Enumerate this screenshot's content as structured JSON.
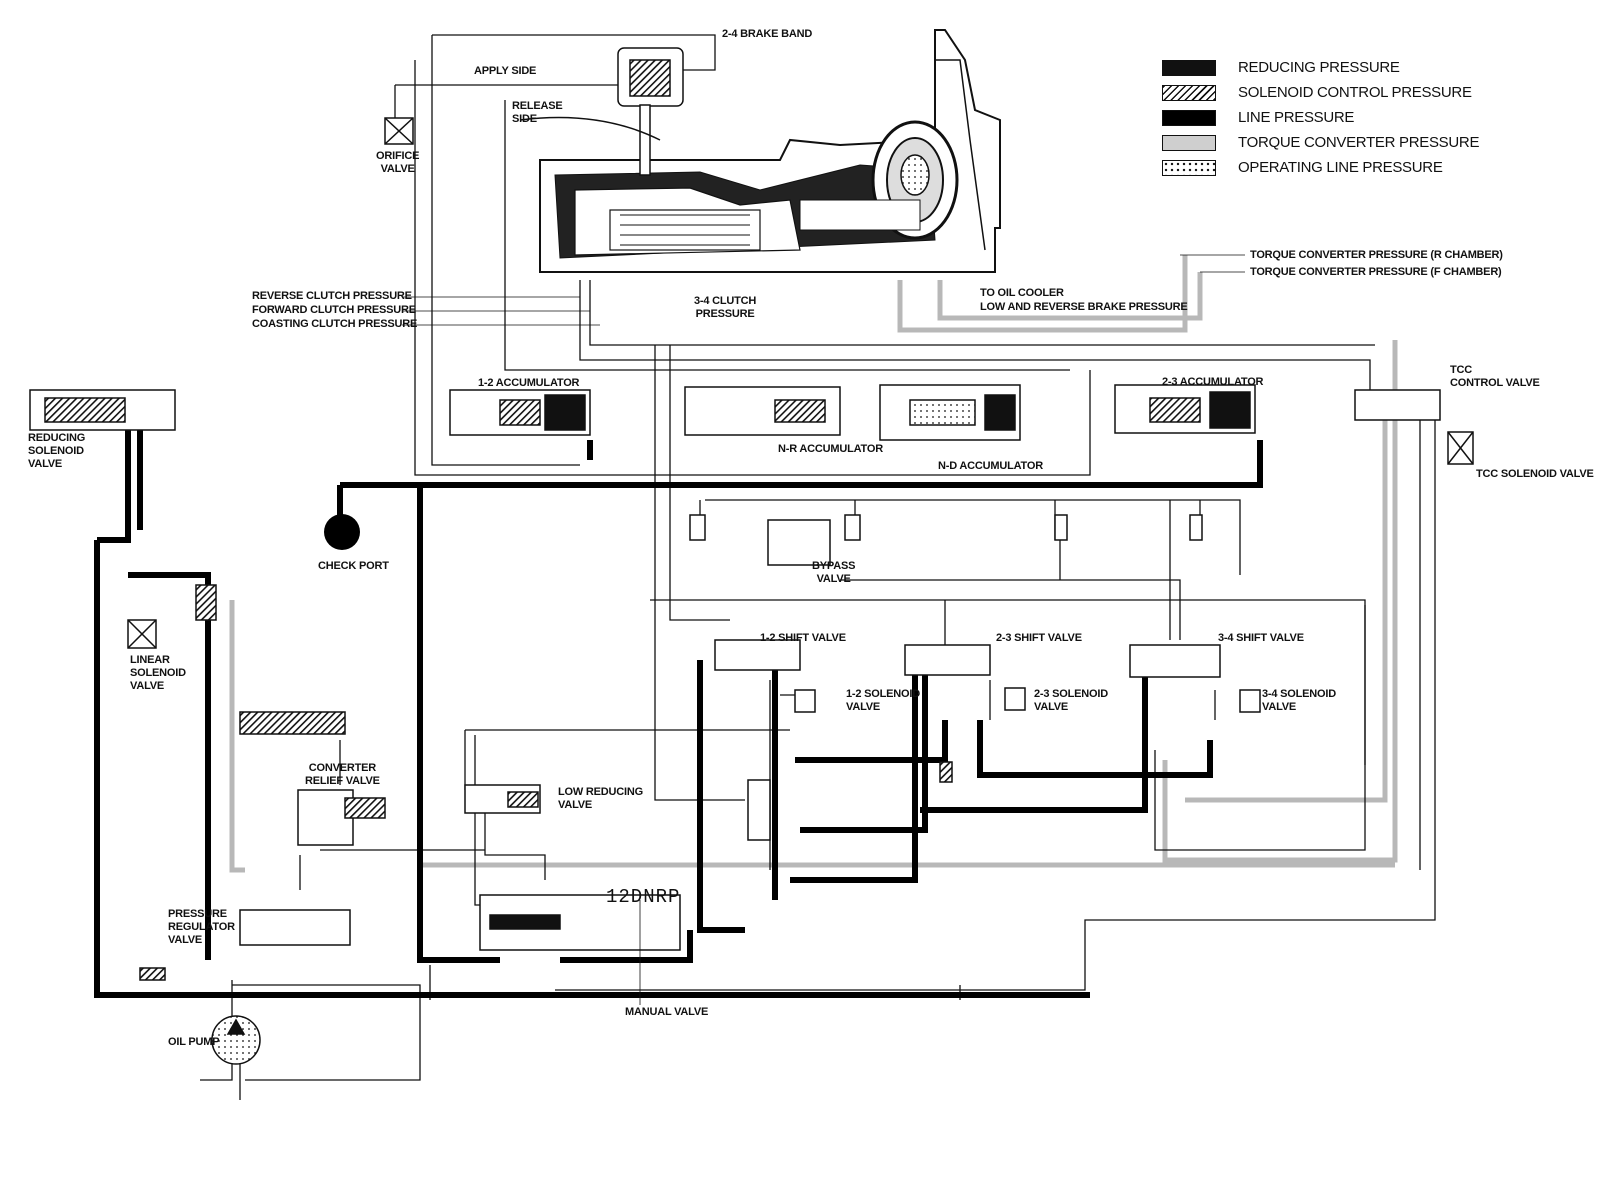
{
  "legend": [
    {
      "key": "reducing",
      "label": "REDUCING PRESSURE"
    },
    {
      "key": "solenoid",
      "label": "SOLENOID CONTROL PRESSURE"
    },
    {
      "key": "line",
      "label": "LINE PRESSURE"
    },
    {
      "key": "torque",
      "label": "TORQUE CONVERTER PRESSURE"
    },
    {
      "key": "operating",
      "label": "OPERATING LINE PRESSURE"
    }
  ],
  "labels": {
    "brake_band": "2-4 BRAKE BAND",
    "apply_side": "APPLY SIDE",
    "release_side": "RELEASE\nSIDE",
    "orifice_valve": "ORIFICE\nVALVE",
    "reverse_clutch": "REVERSE CLUTCH PRESSURE",
    "forward_clutch": "FORWARD CLUTCH PRESSURE",
    "coasting_clutch": "COASTING CLUTCH PRESSURE",
    "clutch_34": "3-4 CLUTCH\nPRESSURE",
    "to_oil_cooler": "TO OIL COOLER",
    "low_reverse_brake": "LOW AND REVERSE BRAKE PRESSURE",
    "tc_r_chamber": "TORQUE CONVERTER PRESSURE (R CHAMBER)",
    "tc_f_chamber": "TORQUE CONVERTER PRESSURE (F CHAMBER)",
    "tcc_control_valve": "TCC\nCONTROL VALVE",
    "tcc_solenoid_valve": "TCC SOLENOID VALVE",
    "reducing_solenoid_valve": "REDUCING\nSOLENOID\nVALVE",
    "accumulator_12": "1-2 ACCUMULATOR",
    "nr_accumulator": "N-R ACCUMULATOR",
    "nd_accumulator": "N-D ACCUMULATOR",
    "accumulator_23": "2-3 ACCUMULATOR",
    "check_port": "CHECK PORT",
    "bypass_valve": "BYPASS\nVALVE",
    "linear_solenoid_valve": "LINEAR\nSOLENOID\nVALVE",
    "shift_valve_12": "1-2 SHIFT VALVE",
    "shift_valve_23": "2-3 SHIFT VALVE",
    "shift_valve_34": "3-4 SHIFT VALVE",
    "solenoid_12": "1-2 SOLENOID\nVALVE",
    "solenoid_23": "2-3 SOLENOID\nVALVE",
    "solenoid_34": "3-4 SOLENOID\nVALVE",
    "converter_relief_valve": "CONVERTER\nRELIEF VALVE",
    "low_reducing_valve": "LOW REDUCING\nVALVE",
    "pressure_regulator_valve": "PRESSURE\nREGULATOR\nVALVE",
    "manual_valve": "MANUAL VALVE",
    "oil_pump": "OIL PUMP",
    "manual_positions": "12DNRP"
  },
  "colors": {
    "ink": "#111111",
    "torque": "#cfcfcf",
    "paper": "#ffffff"
  }
}
